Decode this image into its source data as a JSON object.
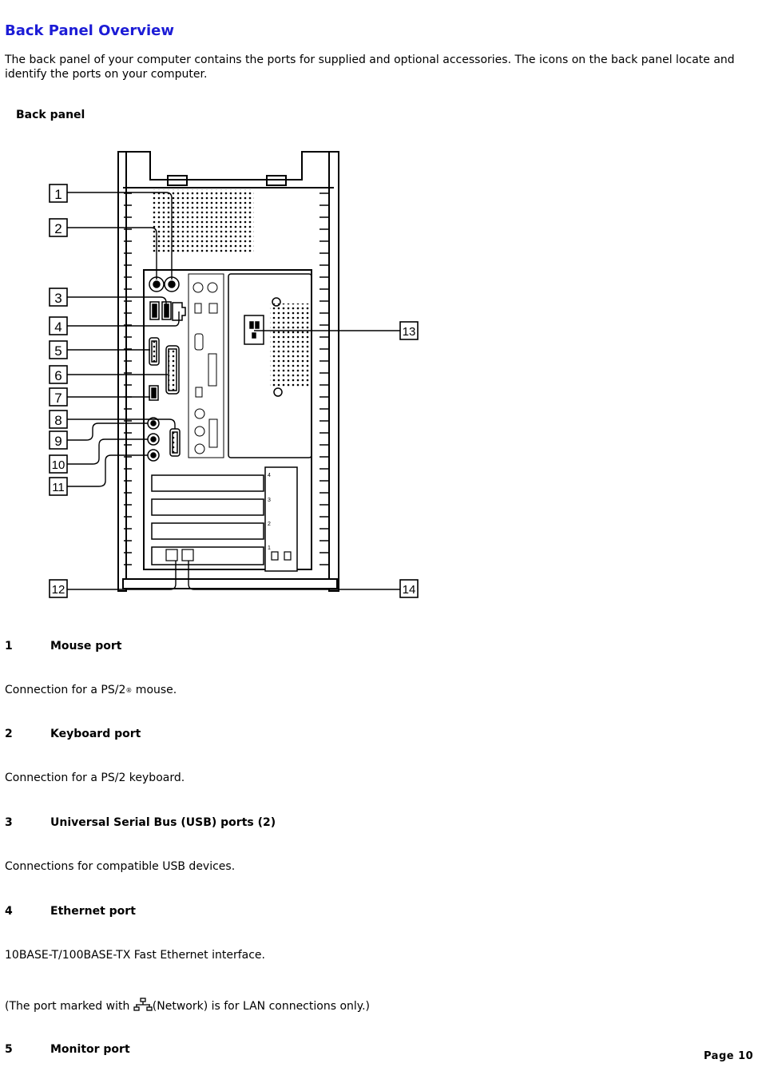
{
  "page": {
    "title": "Back Panel Overview",
    "intro": "The back panel of your computer contains the ports for supplied and optional accessories. The icons on the back panel locate and identify the ports on your computer.",
    "figure_label": "Back panel",
    "page_number": "Page 10"
  },
  "figure": {
    "callouts": [
      "1",
      "2",
      "3",
      "4",
      "5",
      "6",
      "7",
      "8",
      "9",
      "10",
      "11",
      "12",
      "13",
      "14"
    ],
    "slot_numbers": [
      "4",
      "3",
      "2",
      "1"
    ]
  },
  "items": [
    {
      "num": "1",
      "title": "Mouse port",
      "desc_before": "Connection for a PS/2",
      "desc_reg": "®",
      "desc_after": " mouse."
    },
    {
      "num": "2",
      "title": "Keyboard port",
      "desc": "Connection for a PS/2 keyboard."
    },
    {
      "num": "3",
      "title": "Universal Serial Bus (USB) ports (2)",
      "desc": "Connections for compatible USB devices."
    },
    {
      "num": "4",
      "title": "Ethernet port",
      "desc": "10BASE-T/100BASE-TX Fast Ethernet interface.",
      "note_before": "(The port marked with ",
      "note_after": "(Network) is for LAN connections only.)"
    },
    {
      "num": "5",
      "title": "Monitor port"
    }
  ]
}
